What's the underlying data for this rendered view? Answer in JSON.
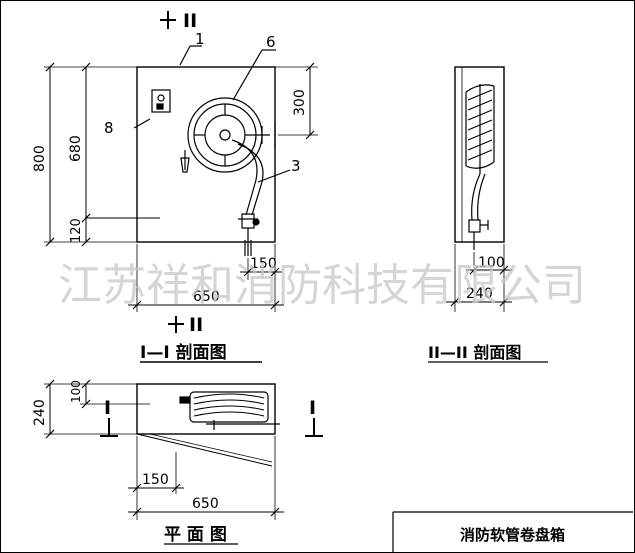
{
  "view_front": {
    "section_mark": "II",
    "caption": "I—I 剖面图",
    "callouts": [
      "1",
      "6",
      "8",
      "3"
    ],
    "dims": {
      "overall_height": "800",
      "inner_height": "680",
      "base_height": "120",
      "reel_offset": "300",
      "outlet_offset": "150",
      "width": "650"
    }
  },
  "view_side": {
    "caption": "II—II 剖面图",
    "dims": {
      "outlet_offset": "100",
      "depth": "240"
    }
  },
  "view_plan": {
    "caption": "平 面 图",
    "section_mark": "I",
    "dims": {
      "depth": "240",
      "inner": "100",
      "outlet_offset": "150",
      "width": "650"
    }
  },
  "watermark": "江苏祥和消防科技有限公司",
  "title_block": {
    "title": "消防软管卷盘箱"
  },
  "colors": {
    "line": "#000000",
    "watermark": "#c8c8c8"
  }
}
